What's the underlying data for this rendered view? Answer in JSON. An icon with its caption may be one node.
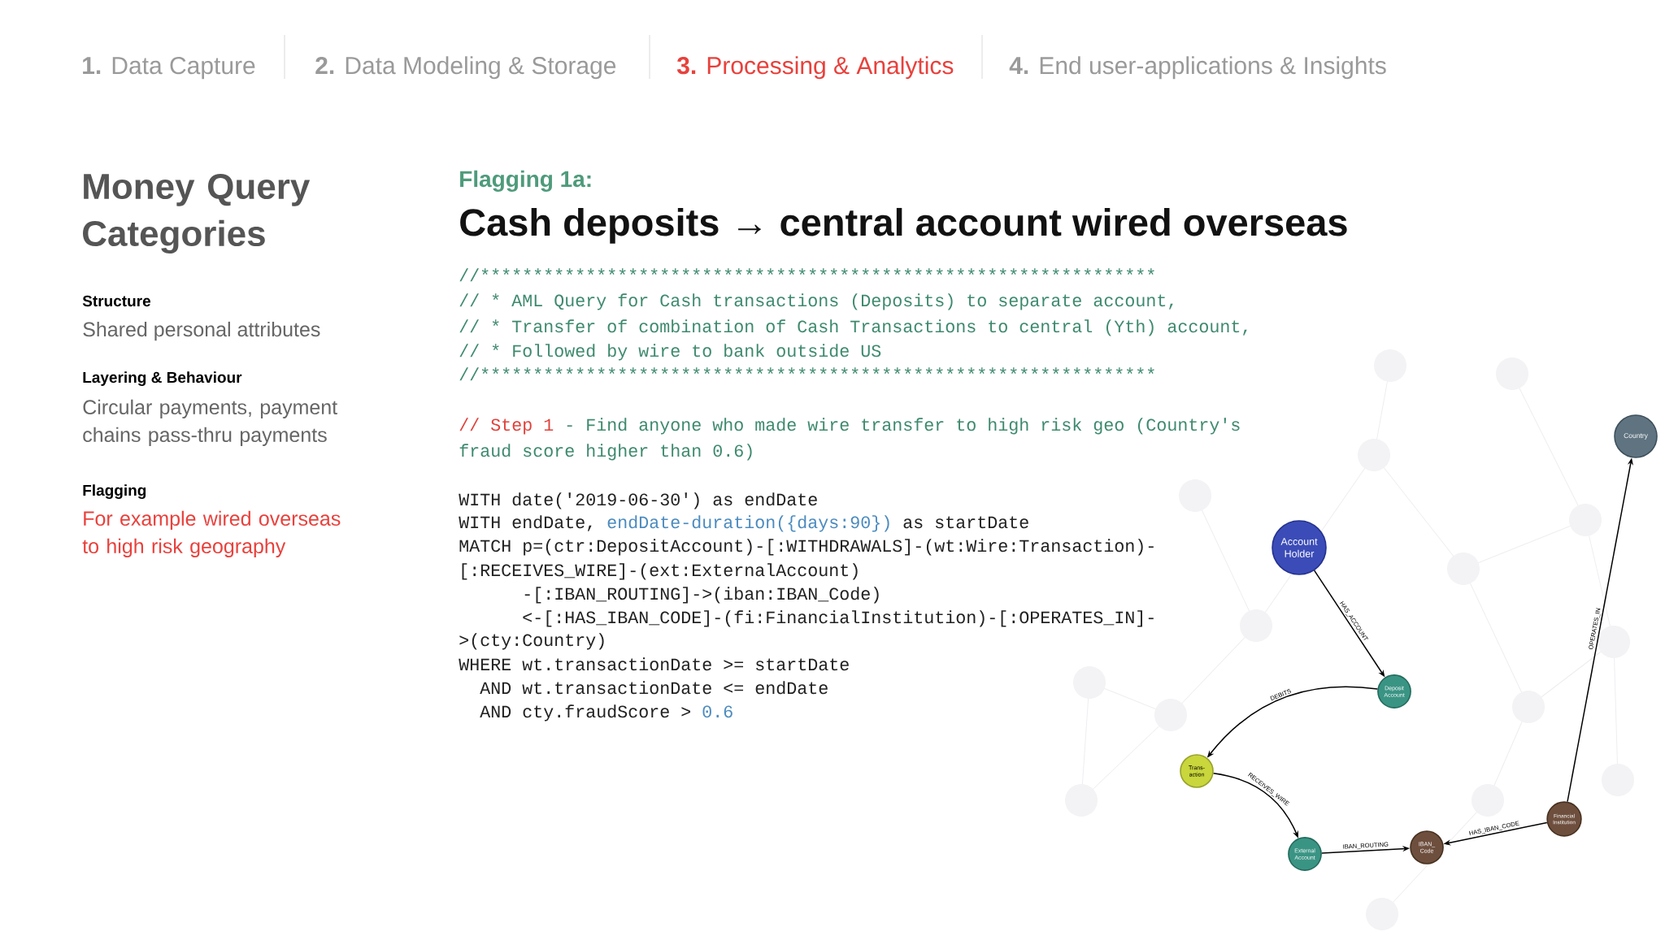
{
  "diagram": {
    "title": "Cash deposits → central account wired overseas",
    "nodes": [
      {
        "text": [
          "Account Holder"
        ]
      },
      {
        "text": [
          "Deposit Account"
        ]
      },
      {
        "text": [
          "Trans- action"
        ]
      },
      {
        "text": [
          "External Account"
        ]
      },
      {
        "text": [
          "IBAN_ Code"
        ]
      },
      {
        "text": [
          "Financial Institution"
        ]
      },
      {
        "text": [
          "Country"
        ]
      }
    ],
    "edges": [
      {
        "from": 0,
        "to": 1,
        "arrow": "to",
        "label": "HAS_ACCOUNT"
      },
      {
        "from": 1,
        "to": 2,
        "arrow": "to",
        "label": "DEBITS"
      },
      {
        "from": 2,
        "to": 3,
        "arrow": "to",
        "label": "RECEIVES_WIRE"
      },
      {
        "from": 3,
        "to": 4,
        "arrow": "to",
        "label": "IBAN_ROUTING"
      },
      {
        "from": 5,
        "to": 4,
        "arrow": "to",
        "label": "HAS_IBAN_CODE"
      },
      {
        "from": 5,
        "to": 6,
        "arrow": "to",
        "label": "OPERATES_IN"
      }
    ],
    "labels": [
      "**1.** Data Capture",
      "**2.** Data Modeling & Storage",
      "**3.** Processing & Analytics",
      "**4.** End user-applications & Insights",
      "Money Query Categories",
      "Structure",
      "Shared personal attributes",
      "Layering & Behaviour",
      "Circular payments, payment chains pass-thru payments",
      "Flagging",
      "For example wired overseas to high risk geography",
      "Flagging 1a:",
      "//****************************************************************",
      "// * AML Query for Cash transactions (Deposits) to separate account,",
      "// * Transfer of combination of Cash Transactions to central (Yth) account,",
      "// * Followed by wire to bank outside US",
      "//****************************************************************",
      "// Step 1",
      "- Find anyone who made wire transfer to high risk geo (Country's",
      "fraud score higher than 0.6)",
      "WITH date('2019-06-30') as endDate",
      "WITH endDate,",
      "endDate-duration({days:90})",
      "as startDate",
      "MATCH p=(ctr:DepositAccount)-[:WITHDRAWALS]-(wt:Wire:Transaction)-",
      "[:RECEIVES_WIRE]-(ext:ExternalAccount)",
      "-[:IBAN_ROUTING]->(iban:IBAN_Code)",
      "<-[:HAS_IBAN_CODE]-(fi:FinancialInstitution)-[:OPERATES_IN]-",
      ">(cty:Country)",
      "WHERE wt.transactionDate >= startDate",
      "AND wt.transactionDate <= endDate",
      "AND cty.fraudScore >",
      "0.6"
    ]
  }
}
